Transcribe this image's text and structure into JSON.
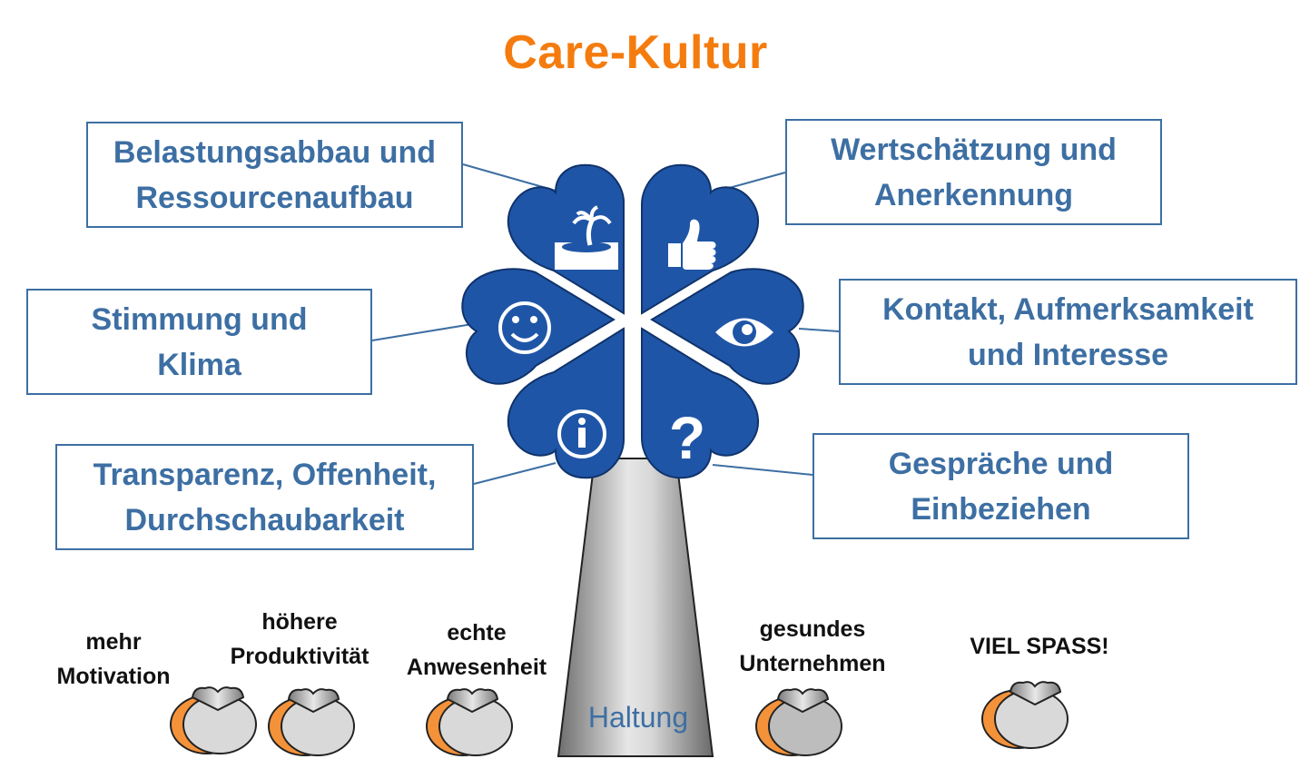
{
  "title": "Care-Kultur",
  "boxes": {
    "belastung": [
      "Belastungsabbau und",
      "Ressourcenaufbau"
    ],
    "wertschaetzung": [
      "Wertschätzung und",
      "Anerkennung"
    ],
    "stimmung": [
      "Stimmung und",
      "Klima"
    ],
    "kontakt": [
      "Kontakt, Aufmerksamkeit",
      "und Interesse"
    ],
    "transparenz": [
      "Transparenz, Offenheit,",
      "Durchschaubarkeit"
    ],
    "gespraeche": [
      "Gespräche und",
      "Einbeziehen"
    ]
  },
  "trunk_label": "Haltung",
  "benefits": [
    [
      "mehr",
      "Motivation"
    ],
    [
      "höhere",
      "Produktivität"
    ],
    [
      "echte",
      "Anwesenheit"
    ],
    [
      "gesundes",
      "Unternehmen"
    ],
    [
      "VIEL SPASS!"
    ]
  ],
  "icons": [
    "island-icon",
    "thumbs-up-icon",
    "smiley-icon",
    "eye-icon",
    "info-icon",
    "question-mark-icon"
  ],
  "colors": {
    "title": "#f47c0e",
    "box_text": "#3d6fa3",
    "leaf": "#1f55a6",
    "seed_orange": "#f4923a",
    "seed_grey": "#d9d9d9"
  }
}
